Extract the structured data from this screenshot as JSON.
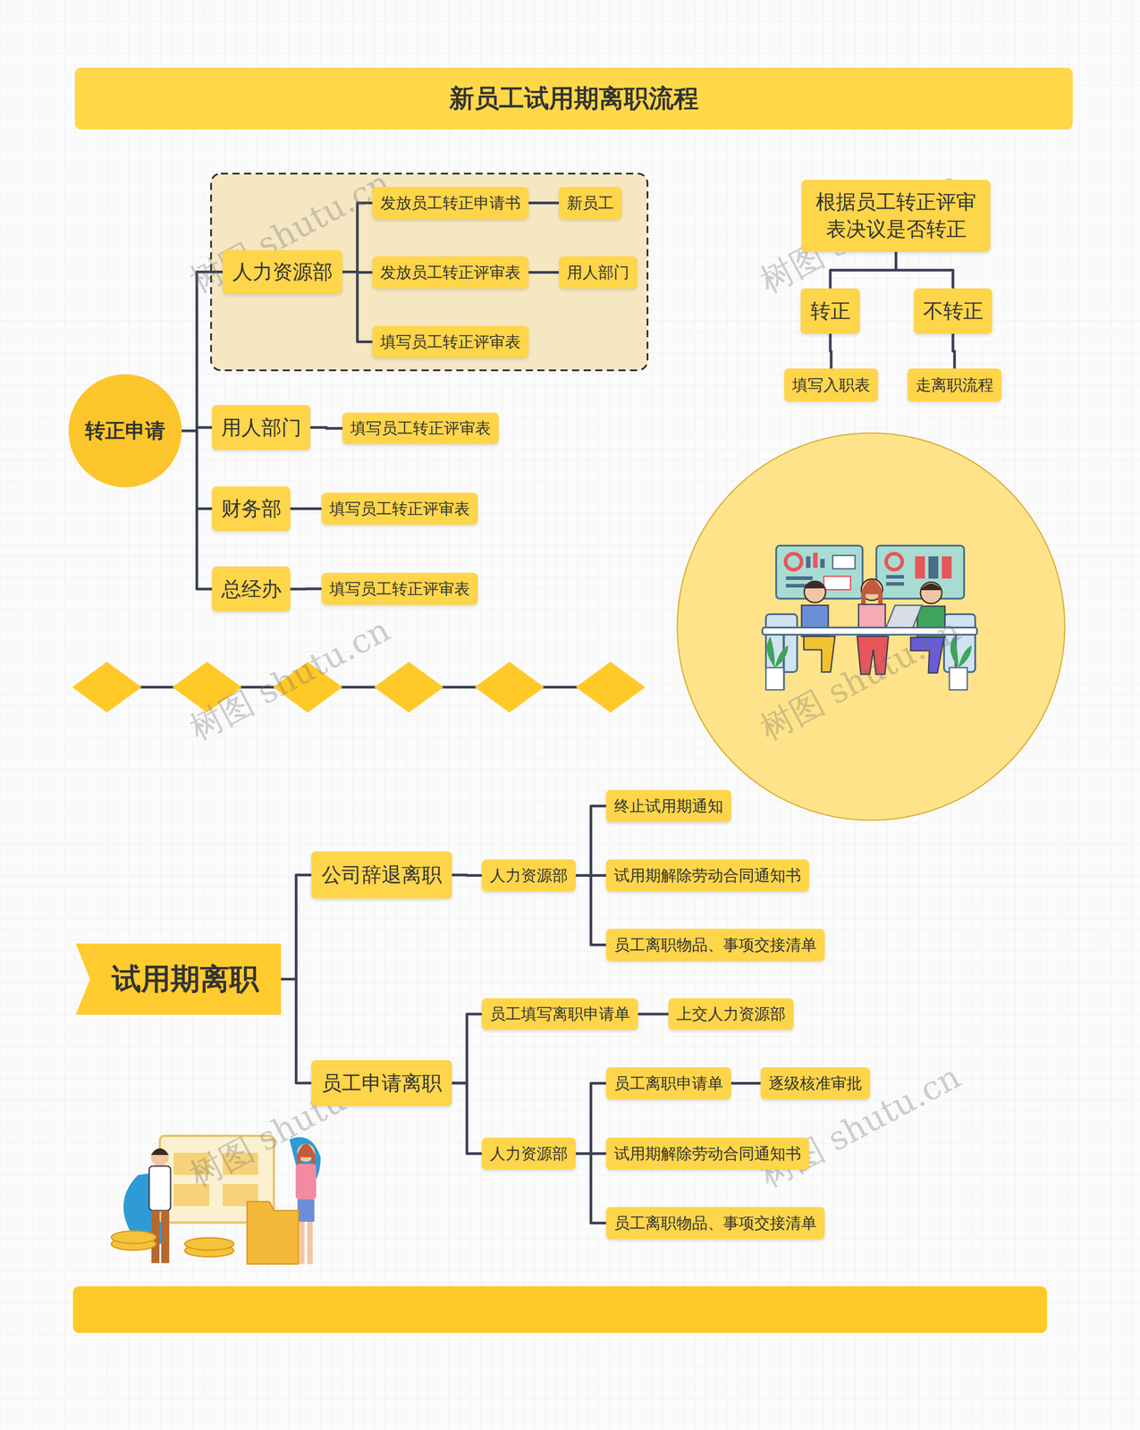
{
  "diagram": {
    "title": "新员工试用期离职流程",
    "nodes": [
      {
        "text": [
          "转正申请"
        ]
      },
      {
        "text": [
          "人力资源部"
        ]
      },
      {
        "text": [
          "发放员工转正申请书"
        ]
      },
      {
        "text": [
          "新员工"
        ]
      },
      {
        "text": [
          "发放员工转正评审表"
        ]
      },
      {
        "text": [
          "用人部门"
        ]
      },
      {
        "text": [
          "填写员工转正评审表"
        ]
      },
      {
        "text": [
          "用人部门"
        ]
      },
      {
        "text": [
          "填写员工转正评审表"
        ]
      },
      {
        "text": [
          "财务部"
        ]
      },
      {
        "text": [
          "填写员工转正评审表"
        ]
      },
      {
        "text": [
          "总经办"
        ]
      },
      {
        "text": [
          "填写员工转正评审表"
        ]
      },
      {
        "text": [
          "根据员工转正评审表决议是否转正"
        ]
      },
      {
        "text": [
          "转正"
        ]
      },
      {
        "text": [
          "不转正"
        ]
      },
      {
        "text": [
          "填写入职表"
        ]
      },
      {
        "text": [
          "走离职流程"
        ]
      },
      {
        "text": [
          "试用期离职"
        ]
      },
      {
        "text": [
          "公司辞退离职"
        ]
      },
      {
        "text": [
          "人力资源部"
        ]
      },
      {
        "text": [
          "终止试用期通知"
        ]
      },
      {
        "text": [
          "试用期解除劳动合同通知书"
        ]
      },
      {
        "text": [
          "员工离职物品、事项交接清单"
        ]
      },
      {
        "text": [
          "员工申请离职"
        ]
      },
      {
        "text": [
          "员工填写离职申请单"
        ]
      },
      {
        "text": [
          "上交人力资源部"
        ]
      },
      {
        "text": [
          "人力资源部"
        ]
      },
      {
        "text": [
          "员工离职申请单"
        ]
      },
      {
        "text": [
          "逐级核准审批"
        ]
      },
      {
        "text": [
          "试用期解除劳动合同通知书"
        ]
      },
      {
        "text": [
          "员工离职物品、事项交接清单"
        ]
      }
    ],
    "edges": [
      {
        "from": 0,
        "to": 1,
        "arrow": "none"
      },
      {
        "from": 0,
        "to": 7,
        "arrow": "none"
      },
      {
        "from": 0,
        "to": 9,
        "arrow": "none"
      },
      {
        "from": 0,
        "to": 11,
        "arrow": "none"
      },
      {
        "from": 1,
        "to": 2,
        "arrow": "none"
      },
      {
        "from": 1,
        "to": 4,
        "arrow": "none"
      },
      {
        "from": 1,
        "to": 6,
        "arrow": "none"
      },
      {
        "from": 2,
        "to": 3,
        "arrow": "none"
      },
      {
        "from": 4,
        "to": 5,
        "arrow": "none"
      },
      {
        "from": 7,
        "to": 8,
        "arrow": "none"
      },
      {
        "from": 9,
        "to": 10,
        "arrow": "none"
      },
      {
        "from": 11,
        "to": 12,
        "arrow": "none"
      },
      {
        "from": 13,
        "to": 14,
        "arrow": "none"
      },
      {
        "from": 13,
        "to": 15,
        "arrow": "none"
      },
      {
        "from": 14,
        "to": 16,
        "arrow": "none"
      },
      {
        "from": 15,
        "to": 17,
        "arrow": "none"
      },
      {
        "from": 18,
        "to": 19,
        "arrow": "none"
      },
      {
        "from": 18,
        "to": 24,
        "arrow": "none"
      },
      {
        "from": 19,
        "to": 20,
        "arrow": "none"
      },
      {
        "from": 20,
        "to": 21,
        "arrow": "none"
      },
      {
        "from": 20,
        "to": 22,
        "arrow": "none"
      },
      {
        "from": 20,
        "to": 23,
        "arrow": "none"
      },
      {
        "from": 24,
        "to": 25,
        "arrow": "none"
      },
      {
        "from": 24,
        "to": 27,
        "arrow": "none"
      },
      {
        "from": 25,
        "to": 26,
        "arrow": "none"
      },
      {
        "from": 27,
        "to": 28,
        "arrow": "none"
      },
      {
        "from": 27,
        "to": 30,
        "arrow": "none"
      },
      {
        "from": 27,
        "to": 31,
        "arrow": "none"
      },
      {
        "from": 28,
        "to": 29,
        "arrow": "none"
      }
    ],
    "labels": [
      "树图 shutu.cn",
      "树图 shutu.cn",
      "树图 shutu.cn",
      "树图 shutu.cn",
      "树图 shutu.cn",
      "树图 shutu.cn"
    ]
  }
}
